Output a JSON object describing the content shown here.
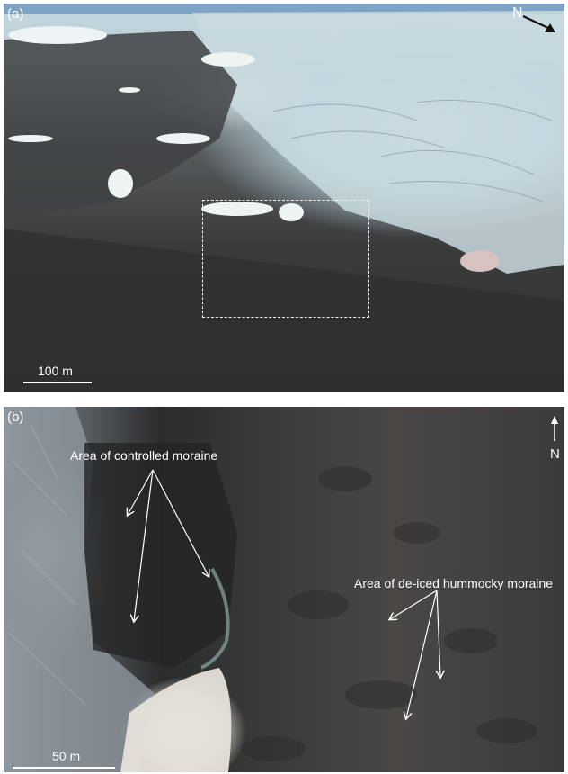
{
  "panel_a": {
    "label": "(a)",
    "north_label": "N",
    "scale_label": "100 m"
  },
  "panel_b": {
    "label": "(b)",
    "north_label": "N",
    "scale_label": "50 m",
    "annotations": {
      "controlled": "Area of controlled moraine",
      "hummocky": "Area of de-iced hummocky moraine"
    }
  }
}
